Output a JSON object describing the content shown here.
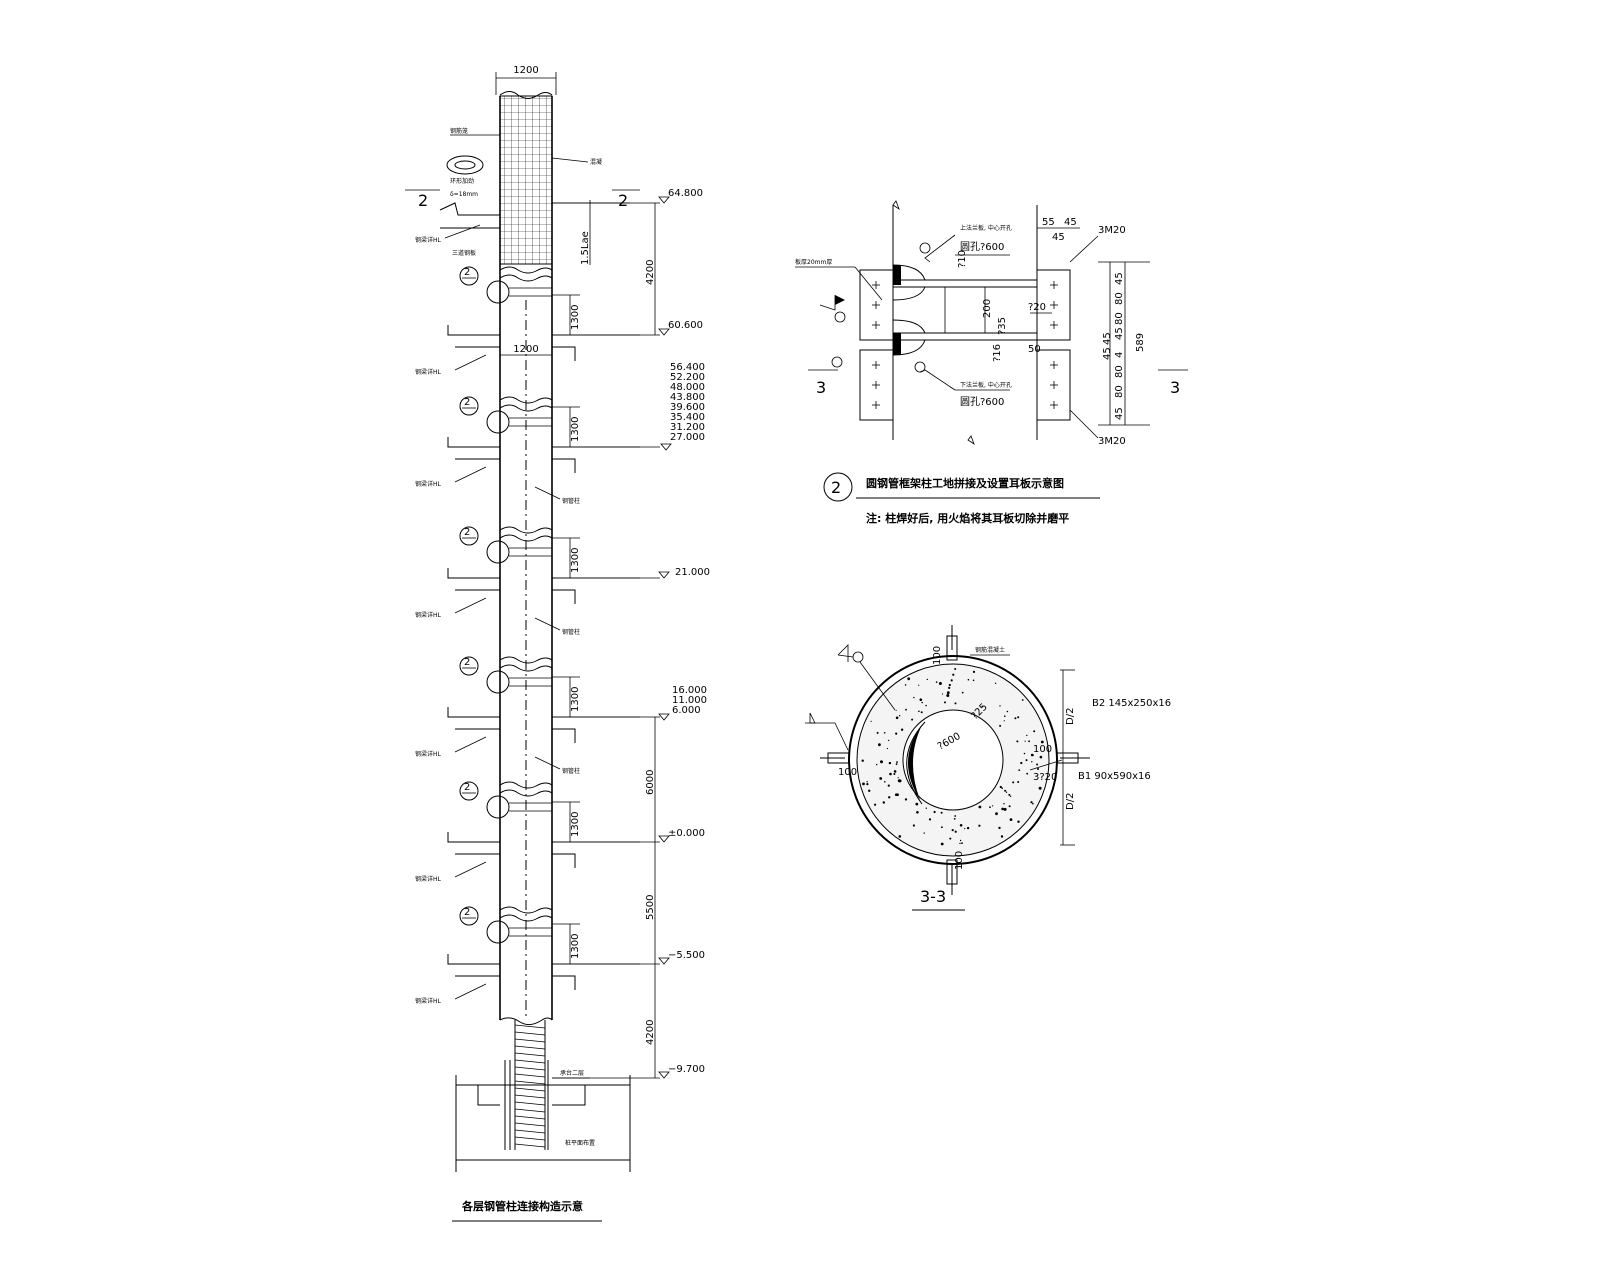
{
  "column_elevation": {
    "width_label": "1200",
    "inner_width_label": "1200",
    "anchor_length": "1.5Lae",
    "section_mark": "2",
    "detail_mark": "2",
    "segment_height": "1300",
    "plate_thickness": "δ=18mm",
    "top_dims": [
      "4200"
    ],
    "bottom_dims": [
      "6000",
      "5500",
      "4200"
    ],
    "elevations_top": [
      "64.800",
      "60.600"
    ],
    "elevations_list": [
      "56.400",
      "52.200",
      "48.000",
      "43.800",
      "39.600",
      "35.400",
      "31.200",
      "27.000"
    ],
    "elevation_21": "21.000",
    "elevations_mid": [
      "16.000",
      "11.000",
      "6.000"
    ],
    "elevation_zero": "±0.000",
    "elevation_m55": "−5.500",
    "elevation_m97": "−9.700",
    "beam_label": "钢梁详HL",
    "pipe_label": "钢管柱",
    "caption": "各层钢管柱连接构造示意"
  },
  "detail2": {
    "top_bolts": "3M20",
    "bottom_bolts": "3M20",
    "upper_ring": "上法兰板, 中心开孔",
    "upper_hole": "圆孔?600",
    "lower_ring": "下法兰板, 中心开孔",
    "lower_hole": "圆孔?600",
    "plate_note": "板厚20mm厚",
    "dims_top": [
      "55",
      "45",
      "45"
    ],
    "dims_inner": [
      "?10",
      "200",
      "?35",
      "?16",
      "?20",
      "50"
    ],
    "dims_right": [
      "45",
      "80",
      "80",
      "45",
      "45",
      "4",
      "45",
      "80",
      "80",
      "45"
    ],
    "total": "589",
    "section_mark": "3",
    "title_num": "2",
    "title": "圆钢管框架柱工地拼接及设置耳板示意图",
    "note": "注: 柱焊好后, 用火焰将其耳板切除并磨平"
  },
  "section33": {
    "plate_b2": "B2 145x250x16",
    "plate_b1": "B1 90x590x16",
    "dim_100": "100",
    "half_dia": "D/2",
    "hole": "?600",
    "bar": "3?20",
    "rib": "?25",
    "label_top": "钢筋混凝土",
    "title": "3-3"
  }
}
